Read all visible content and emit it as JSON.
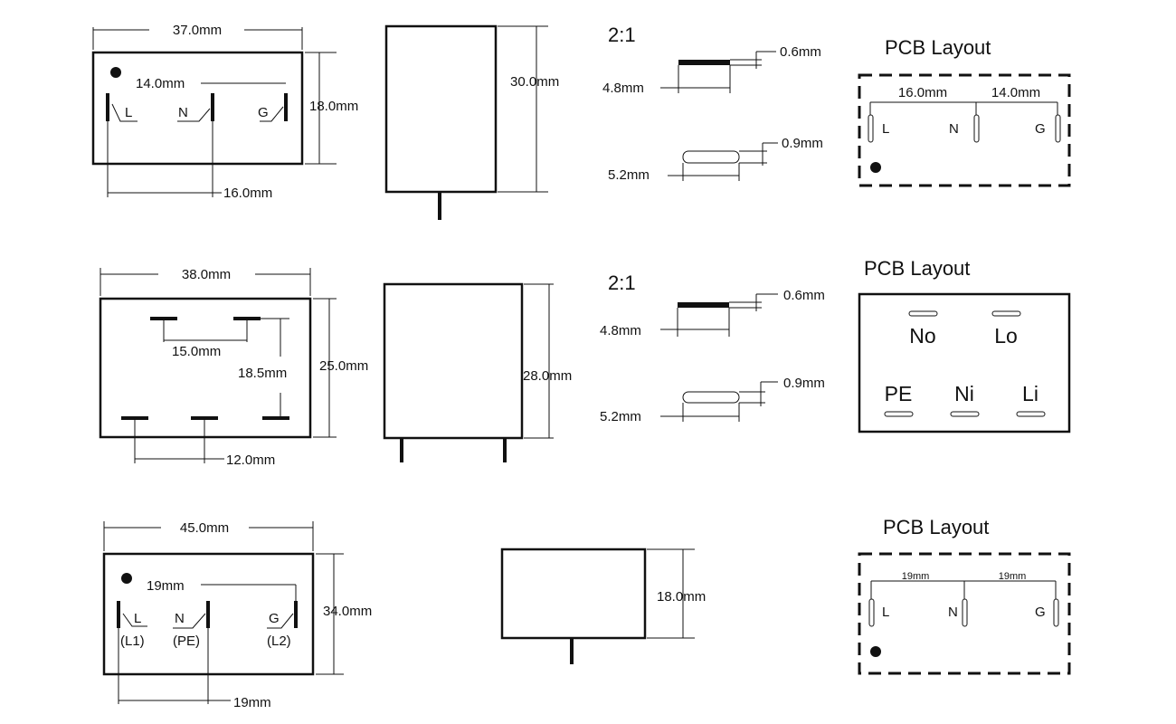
{
  "row1": {
    "front": {
      "width": "37.0mm",
      "height": "18.0mm",
      "pin_spacing_top": "14.0mm",
      "pin_spacing_bottom": "16.0mm",
      "pins": [
        "L",
        "N",
        "G"
      ]
    },
    "side": {
      "height": "30.0mm"
    },
    "scale": "2:1",
    "pin_detail": {
      "thickness_a": "0.6mm",
      "width_a": "4.8mm",
      "thickness_b": "0.9mm",
      "width_b": "5.2mm"
    },
    "pcb": {
      "title": "PCB Layout",
      "spacing_left": "16.0mm",
      "spacing_right": "14.0mm",
      "pins": [
        "L",
        "N",
        "G"
      ]
    }
  },
  "row2": {
    "front": {
      "width": "38.0mm",
      "height": "25.0mm",
      "spacing_top": "15.0mm",
      "spacing_vertical": "18.5mm",
      "spacing_bottom": "12.0mm"
    },
    "side": {
      "height": "28.0mm"
    },
    "scale": "2:1",
    "pin_detail": {
      "thickness_a": "0.6mm",
      "width_a": "4.8mm",
      "thickness_b": "0.9mm",
      "width_b": "5.2mm"
    },
    "pcb": {
      "title": "PCB Layout",
      "pins_top": [
        "No",
        "Lo"
      ],
      "pins_bottom": [
        "PE",
        "Ni",
        "Li"
      ]
    }
  },
  "row3": {
    "front": {
      "width": "45.0mm",
      "height": "34.0mm",
      "pin_spacing_top": "19mm",
      "pin_spacing_bottom": "19mm",
      "pins": [
        "L",
        "N",
        "G"
      ],
      "pins_alt": [
        "(L1)",
        "(PE)",
        "(L2)"
      ]
    },
    "side": {
      "height": "18.0mm"
    },
    "pcb": {
      "title": "PCB Layout",
      "spacing_left": "19mm",
      "spacing_right": "19mm",
      "pins": [
        "L",
        "N",
        "G"
      ]
    }
  }
}
